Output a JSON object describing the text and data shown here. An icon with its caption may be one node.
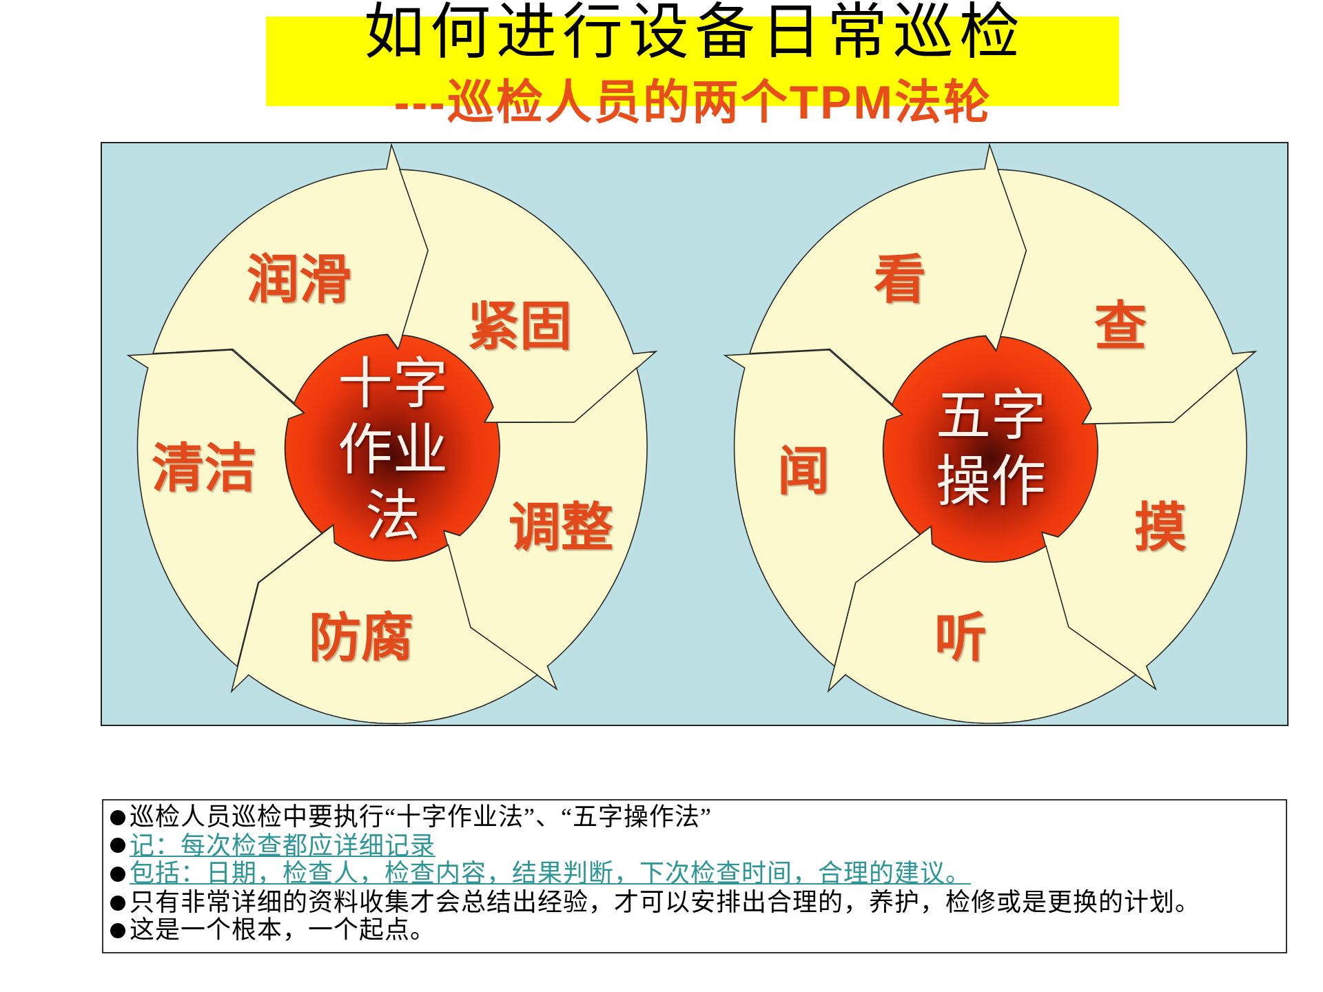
{
  "diagram": {
    "title": "如何进行设备日常巡检",
    "nodes": [
      {
        "text": [],
        "shape": "box"
      },
      {
        "text": [
          "十字作业法"
        ],
        "in": 0
      },
      {
        "text": [
          "润滑"
        ],
        "in": 0
      },
      {
        "text": [
          "紧固"
        ],
        "in": 0
      },
      {
        "text": [
          "调整"
        ],
        "in": 0
      },
      {
        "text": [
          "防腐"
        ],
        "in": 0
      },
      {
        "text": [
          "清洁"
        ],
        "in": 0
      },
      {
        "text": [
          "五字操作"
        ],
        "in": 0
      },
      {
        "text": [
          "看"
        ],
        "in": 0
      },
      {
        "text": [
          "查"
        ],
        "in": 0
      },
      {
        "text": [
          "摸"
        ],
        "in": 0
      },
      {
        "text": [
          "听"
        ],
        "in": 0
      },
      {
        "text": [
          "闻"
        ],
        "in": 0
      },
      {
        "text": [
          "巡检人员巡检中要执行“十字作业法”、“五字操作法”",
          "记：每次检查都应详细记录",
          "包括：日期，检查人，检查内容，结果判断，下次检查时间，合理的建议。",
          "只有非常详细的资料收集才会总结出经验，才可以安排出合理的，养护，检修或是更换的计划。",
          "这是一个根本，一个起点。"
        ]
      }
    ],
    "labels": [
      "---巡检人员的两个TPM法轮"
    ]
  }
}
